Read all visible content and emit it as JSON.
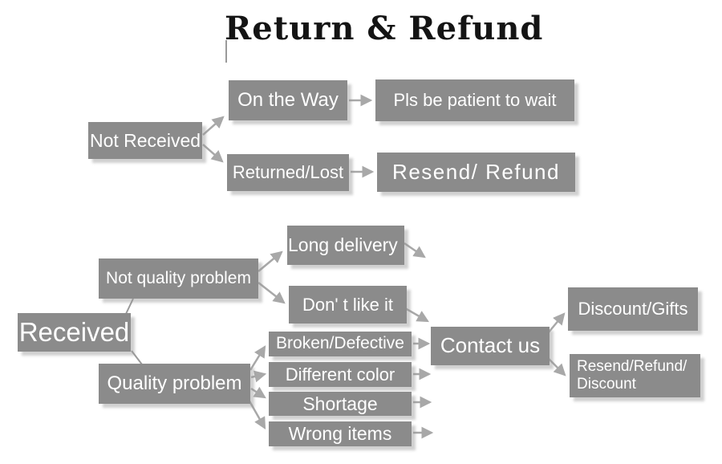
{
  "title": "Return & Refund",
  "flowchart": {
    "colors": {
      "box_fill": "#8b8b8b",
      "box_text": "#ffffff",
      "arrow": "#a8a8a8",
      "title_text": "#141414",
      "background": "#ffffff"
    },
    "nodes": {
      "not_received": "Not Received",
      "on_the_way": "On the Way",
      "pls_wait": "Pls be patient to wait",
      "returned_lost": "Returned/Lost",
      "resend_refund": "Resend/ Refund",
      "received": "Received",
      "not_quality_problem": "Not quality problem",
      "long_delivery": "Long delivery",
      "dont_like_it": "Don' t like it",
      "quality_problem": "Quality problem",
      "broken_defective": "Broken/Defective",
      "different_color": "Different color",
      "shortage": "Shortage",
      "wrong_items": "Wrong items",
      "contact_us": "Contact us",
      "discount_gifts": "Discount/Gifts",
      "resend_refund_discount": {
        "line1": "Resend/Refund/",
        "line2": "Discount"
      }
    },
    "edges": [
      {
        "from": "Not Received",
        "to": "On the Way"
      },
      {
        "from": "Not Received",
        "to": "Returned/Lost"
      },
      {
        "from": "On the Way",
        "to": "Pls be patient to wait"
      },
      {
        "from": "Returned/Lost",
        "to": "Resend/ Refund"
      },
      {
        "from": "Received",
        "to": "Not quality problem"
      },
      {
        "from": "Received",
        "to": "Quality problem"
      },
      {
        "from": "Not quality problem",
        "to": "Long delivery"
      },
      {
        "from": "Not quality problem",
        "to": "Don' t like it"
      },
      {
        "from": "Long delivery",
        "to": "Contact us"
      },
      {
        "from": "Don' t like it",
        "to": "Contact us"
      },
      {
        "from": "Quality problem",
        "to": "Broken/Defective"
      },
      {
        "from": "Quality problem",
        "to": "Different color"
      },
      {
        "from": "Quality problem",
        "to": "Shortage"
      },
      {
        "from": "Quality problem",
        "to": "Wrong items"
      },
      {
        "from": "Broken/Defective",
        "to": "Contact us"
      },
      {
        "from": "Different color",
        "to": "Contact us"
      },
      {
        "from": "Shortage",
        "to": "Contact us"
      },
      {
        "from": "Wrong items",
        "to": "Contact us"
      },
      {
        "from": "Contact us",
        "to": "Discount/Gifts"
      },
      {
        "from": "Contact us",
        "to": "Resend/Refund/ Discount"
      }
    ]
  }
}
